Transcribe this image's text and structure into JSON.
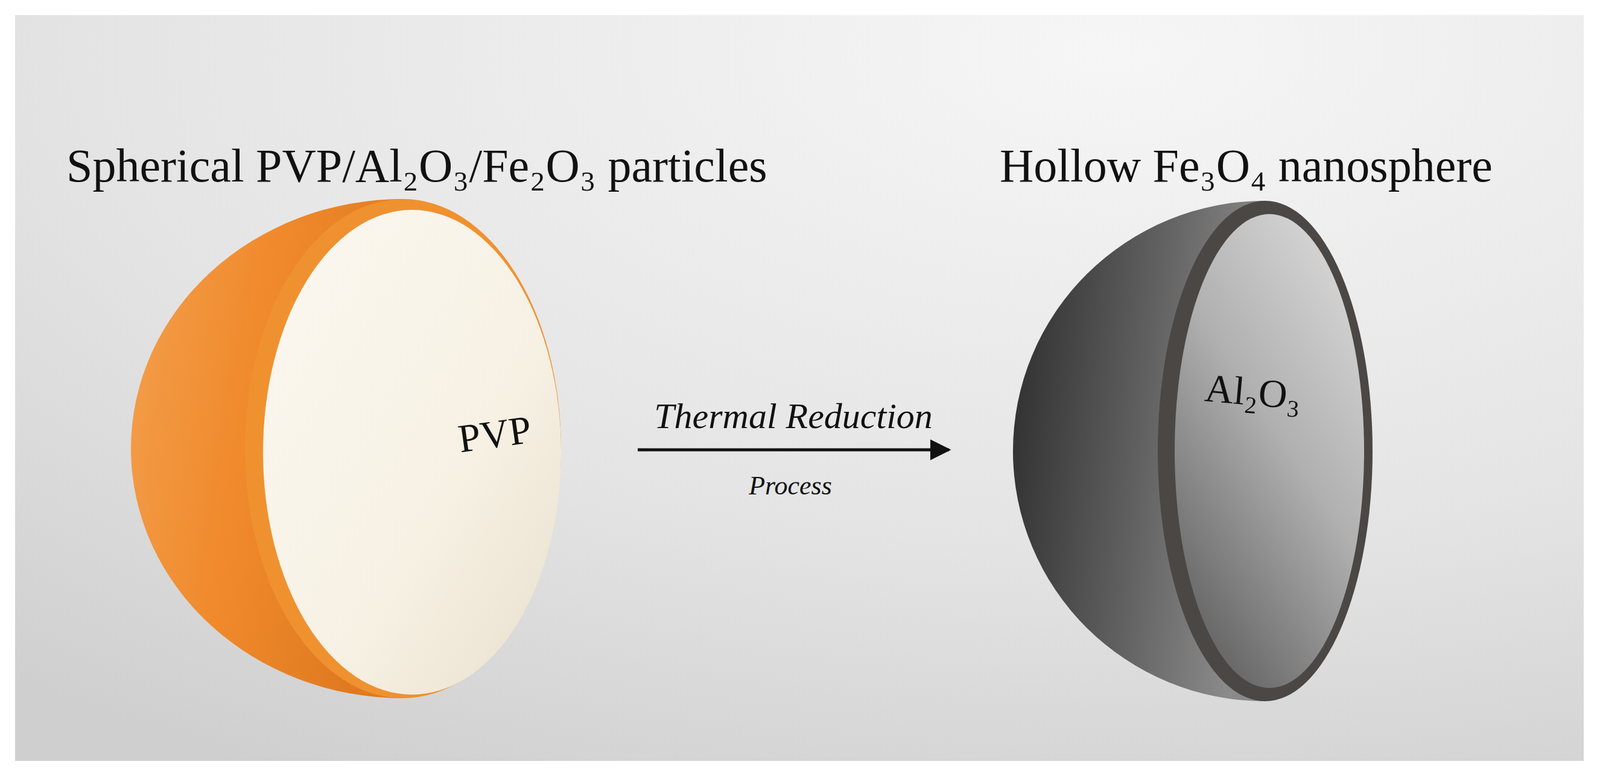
{
  "diagram": {
    "nodes": [
      {
        "text": [
          "Spherical PVP/Al₂O₃/Fe₂O₃ particles",
          "PVP"
        ]
      },
      {
        "text": [
          "Hollow Fe₃O₄ nanosphere",
          "Al₂O₃"
        ]
      }
    ],
    "edges": [
      {
        "from": 0,
        "to": 1,
        "arrow": "to",
        "label": "Thermal Reduction"
      }
    ],
    "labels": [
      "Process"
    ]
  }
}
